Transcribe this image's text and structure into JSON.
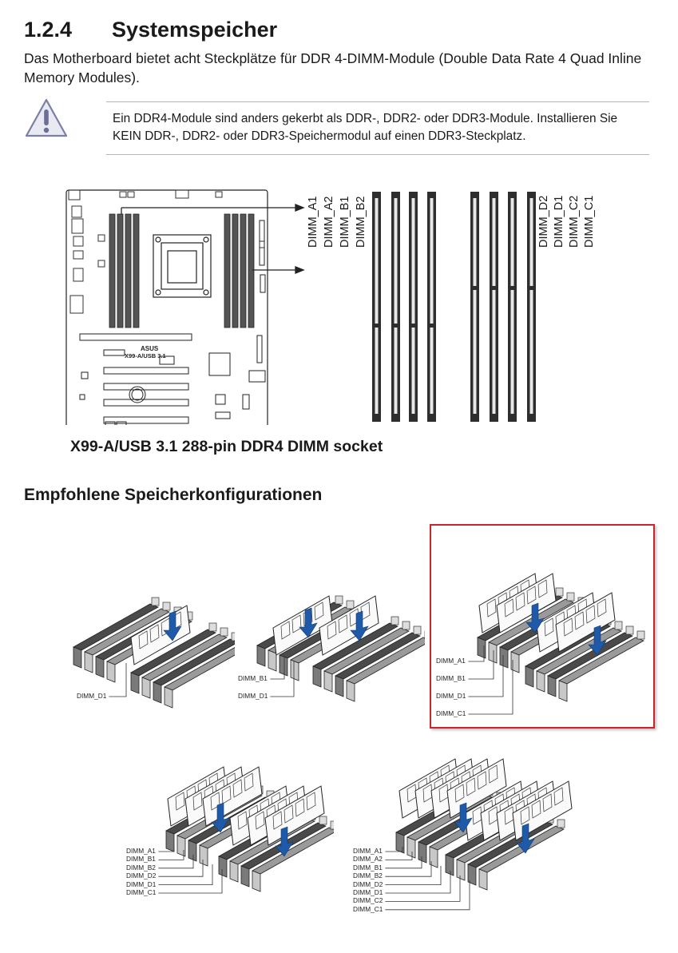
{
  "section": {
    "number": "1.2.4",
    "title": "Systemspeicher"
  },
  "intro": "Das Motherboard bietet acht Steckplätze für DDR 4-DIMM-Module (Double Data Rate 4 Quad Inline Memory Modules).",
  "warning": {
    "icon": "warning-triangle-icon",
    "text": "Ein DDR4-Module sind anders gekerbt als DDR-, DDR2- oder DDR3-Module. Installieren Sie KEIN DDR-, DDR2- oder DDR3-Speichermodul auf einen DDR3-Steckplatz."
  },
  "board": {
    "model_text": "X99-A/USB 3.1",
    "brand_text": "ASUS",
    "slots_left": [
      "DIMM_A1",
      "DIMM_A2",
      "DIMM_B1",
      "DIMM_B2"
    ],
    "slots_right": [
      "DIMM_D2",
      "DIMM_D1",
      "DIMM_C2",
      "DIMM_C1"
    ]
  },
  "caption": "X99-A/USB 3.1 288-pin DDR4 DIMM socket",
  "config_title": "Empfohlene Speicherkonfigurationen",
  "configs": [
    {
      "modules": 1,
      "labels": [
        "DIMM_D1"
      ]
    },
    {
      "modules": 2,
      "labels": [
        "DIMM_B1",
        "DIMM_D1"
      ]
    },
    {
      "modules": 4,
      "labels": [
        "DIMM_A1",
        "DIMM_B1",
        "DIMM_D1",
        "DIMM_C1"
      ],
      "highlighted": true
    },
    {
      "modules": 6,
      "labels": [
        "DIMM_A1",
        "DIMM_B1",
        "DIMM_B2",
        "DIMM_D2",
        "DIMM_D1",
        "DIMM_C1"
      ]
    },
    {
      "modules": 8,
      "labels": [
        "DIMM_A1",
        "DIMM_A2",
        "DIMM_B1",
        "DIMM_B2",
        "DIMM_D2",
        "DIMM_D1",
        "DIMM_C2",
        "DIMM_C1"
      ]
    }
  ],
  "colors": {
    "highlight": "#c8252c",
    "arrow": "#1f5aa8",
    "slot_dark": "#3a3a3a",
    "slot_gray": "#8a8a8a"
  }
}
